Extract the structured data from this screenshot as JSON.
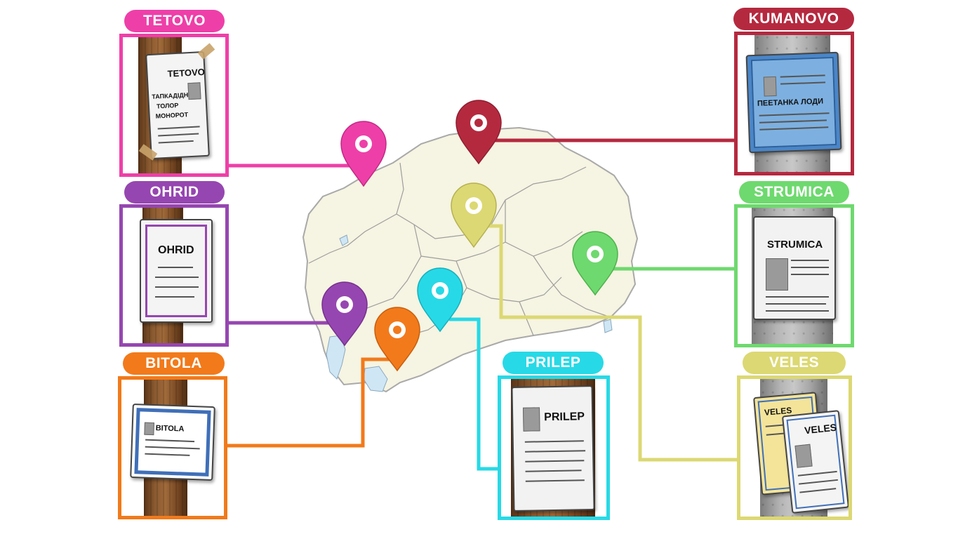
{
  "colors": {
    "tetovo": "#ee3fa8",
    "ohrid": "#9646b0",
    "bitola": "#f27a1a",
    "kumanovo": "#b5293f",
    "strumica": "#6ed96e",
    "prilep": "#27d9e6",
    "veles": "#dcd873",
    "map_fill": "#f6f4e2",
    "map_border": "#a9a9a9",
    "lake": "#cfe6f5"
  },
  "cities": {
    "tetovo": {
      "label": "TETOVO",
      "poster_title": "TETOVO",
      "poster_text": [
        "ТАПКАДIДН",
        "ТОЛОР",
        "МОНОРОТ"
      ],
      "pole": "wood"
    },
    "ohrid": {
      "label": "OHRID",
      "poster_title": "OHRID",
      "pole": "wood"
    },
    "bitola": {
      "label": "BITOLA",
      "poster_title": "BITOLA",
      "pole": "wood"
    },
    "kumanovo": {
      "label": "KUMANOVO",
      "poster_title": "ПЕЕТАНКА ЛОДИ",
      "pole": "concrete"
    },
    "strumica": {
      "label": "STRUMICA",
      "poster_title": "STRUMICA",
      "pole": "concrete"
    },
    "prilep": {
      "label": "PRILEP",
      "poster_title": "PRILEP",
      "pole": "wood"
    },
    "veles": {
      "label": "VELES",
      "poster_title": "VELES",
      "poster_title_2": "VELES",
      "pole": "concrete"
    }
  }
}
